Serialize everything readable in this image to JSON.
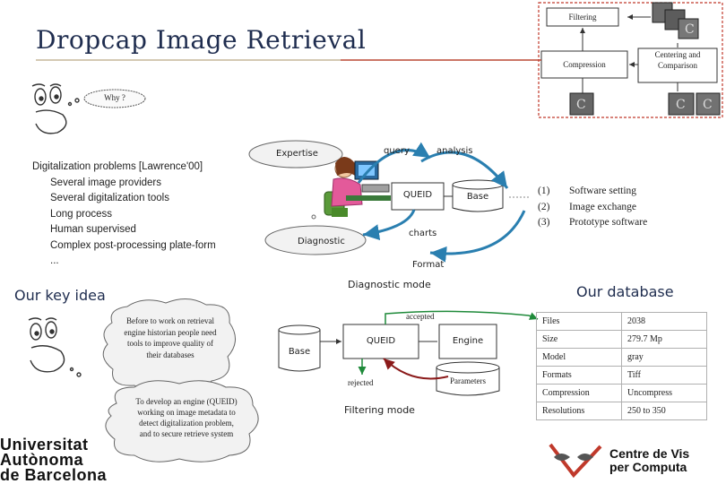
{
  "title": "Dropcap Image Retrieval",
  "pipeline": {
    "filtering": "Filtering",
    "compression": "Compression",
    "centering": "Centering and Comparison"
  },
  "why": "Why ?",
  "problems": {
    "heading": "Digitalization problems [Lawrence'00]",
    "items": [
      "Several image providers",
      "Several digitalization tools",
      "Long process",
      "Human supervised",
      "Complex post-processing plate-form",
      "..."
    ]
  },
  "diagnostic": {
    "expertise": "Expertise",
    "query": "query",
    "analysis": "analysis",
    "queid": "QUEID",
    "base": "Base",
    "charts": "charts",
    "diagnostic": "Diagnostic",
    "format": "Format",
    "mode": "Diagnostic mode"
  },
  "goals": {
    "numbers": [
      "(1)",
      "(2)",
      "(3)"
    ],
    "items": [
      "Software setting",
      "Image exchange",
      "Prototype software"
    ]
  },
  "key_idea": {
    "heading": "Our key idea",
    "cloud1": "Before to work on retrieval engine historian people need tools to improve quality of their databases",
    "cloud2": "To develop an engine (QUEID) working on image metadata to detect digitalization problem, and to secure retrieve system"
  },
  "filtering_mode": {
    "accepted": "accepted",
    "rejected": "rejected",
    "base": "Base",
    "queid": "QUEID",
    "engine": "Engine",
    "parameters": "Parameters",
    "mode": "Filtering mode"
  },
  "database": {
    "heading": "Our database",
    "rows": [
      {
        "k": "Files",
        "v": "2038"
      },
      {
        "k": "Size",
        "v": "279.7 Mp"
      },
      {
        "k": "Model",
        "v": "gray"
      },
      {
        "k": "Formats",
        "v": "Tiff"
      },
      {
        "k": "Compression",
        "v": "Uncompress"
      },
      {
        "k": "Resolutions",
        "v": "250 to 350"
      }
    ]
  },
  "logos": {
    "ucb": [
      "Universitat",
      "Autònoma",
      "de Barcelona"
    ],
    "cvc": [
      "Centre de Vis",
      "per Computa"
    ]
  },
  "colors": {
    "title": "#1f2d4f",
    "accent_red": "#c0392b",
    "arrow_blue": "#2a7fb0",
    "cloud_fill": "#f2f2f2"
  }
}
